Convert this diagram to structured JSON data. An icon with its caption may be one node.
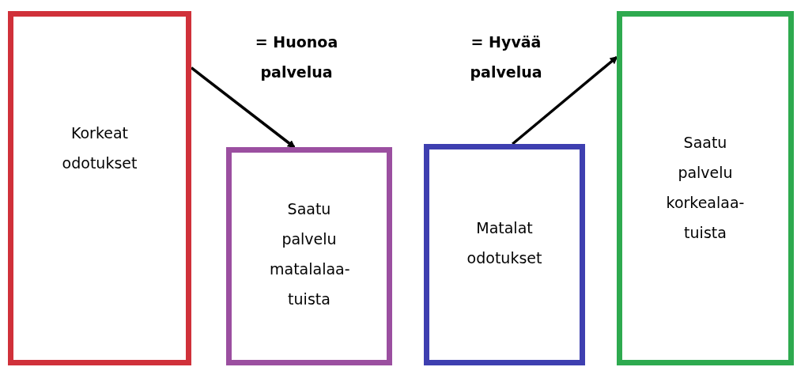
{
  "diagram": {
    "nodes": [
      {
        "text": [
          "Korkeat odotukset"
        ]
      },
      {
        "text": [
          "Saatu palvelu matalalaa- tuista"
        ]
      },
      {
        "text": [
          "Matalat odotukset"
        ]
      },
      {
        "text": [
          "Saatu palvelu korkealaa- tuista"
        ]
      }
    ],
    "edges": [
      {
        "from": 0,
        "to": 1,
        "arrow": "to",
        "label": "= Huonoa palvelua"
      },
      {
        "from": 2,
        "to": 3,
        "arrow": "to",
        "label": "= Hyvää palvelua"
      }
    ]
  }
}
